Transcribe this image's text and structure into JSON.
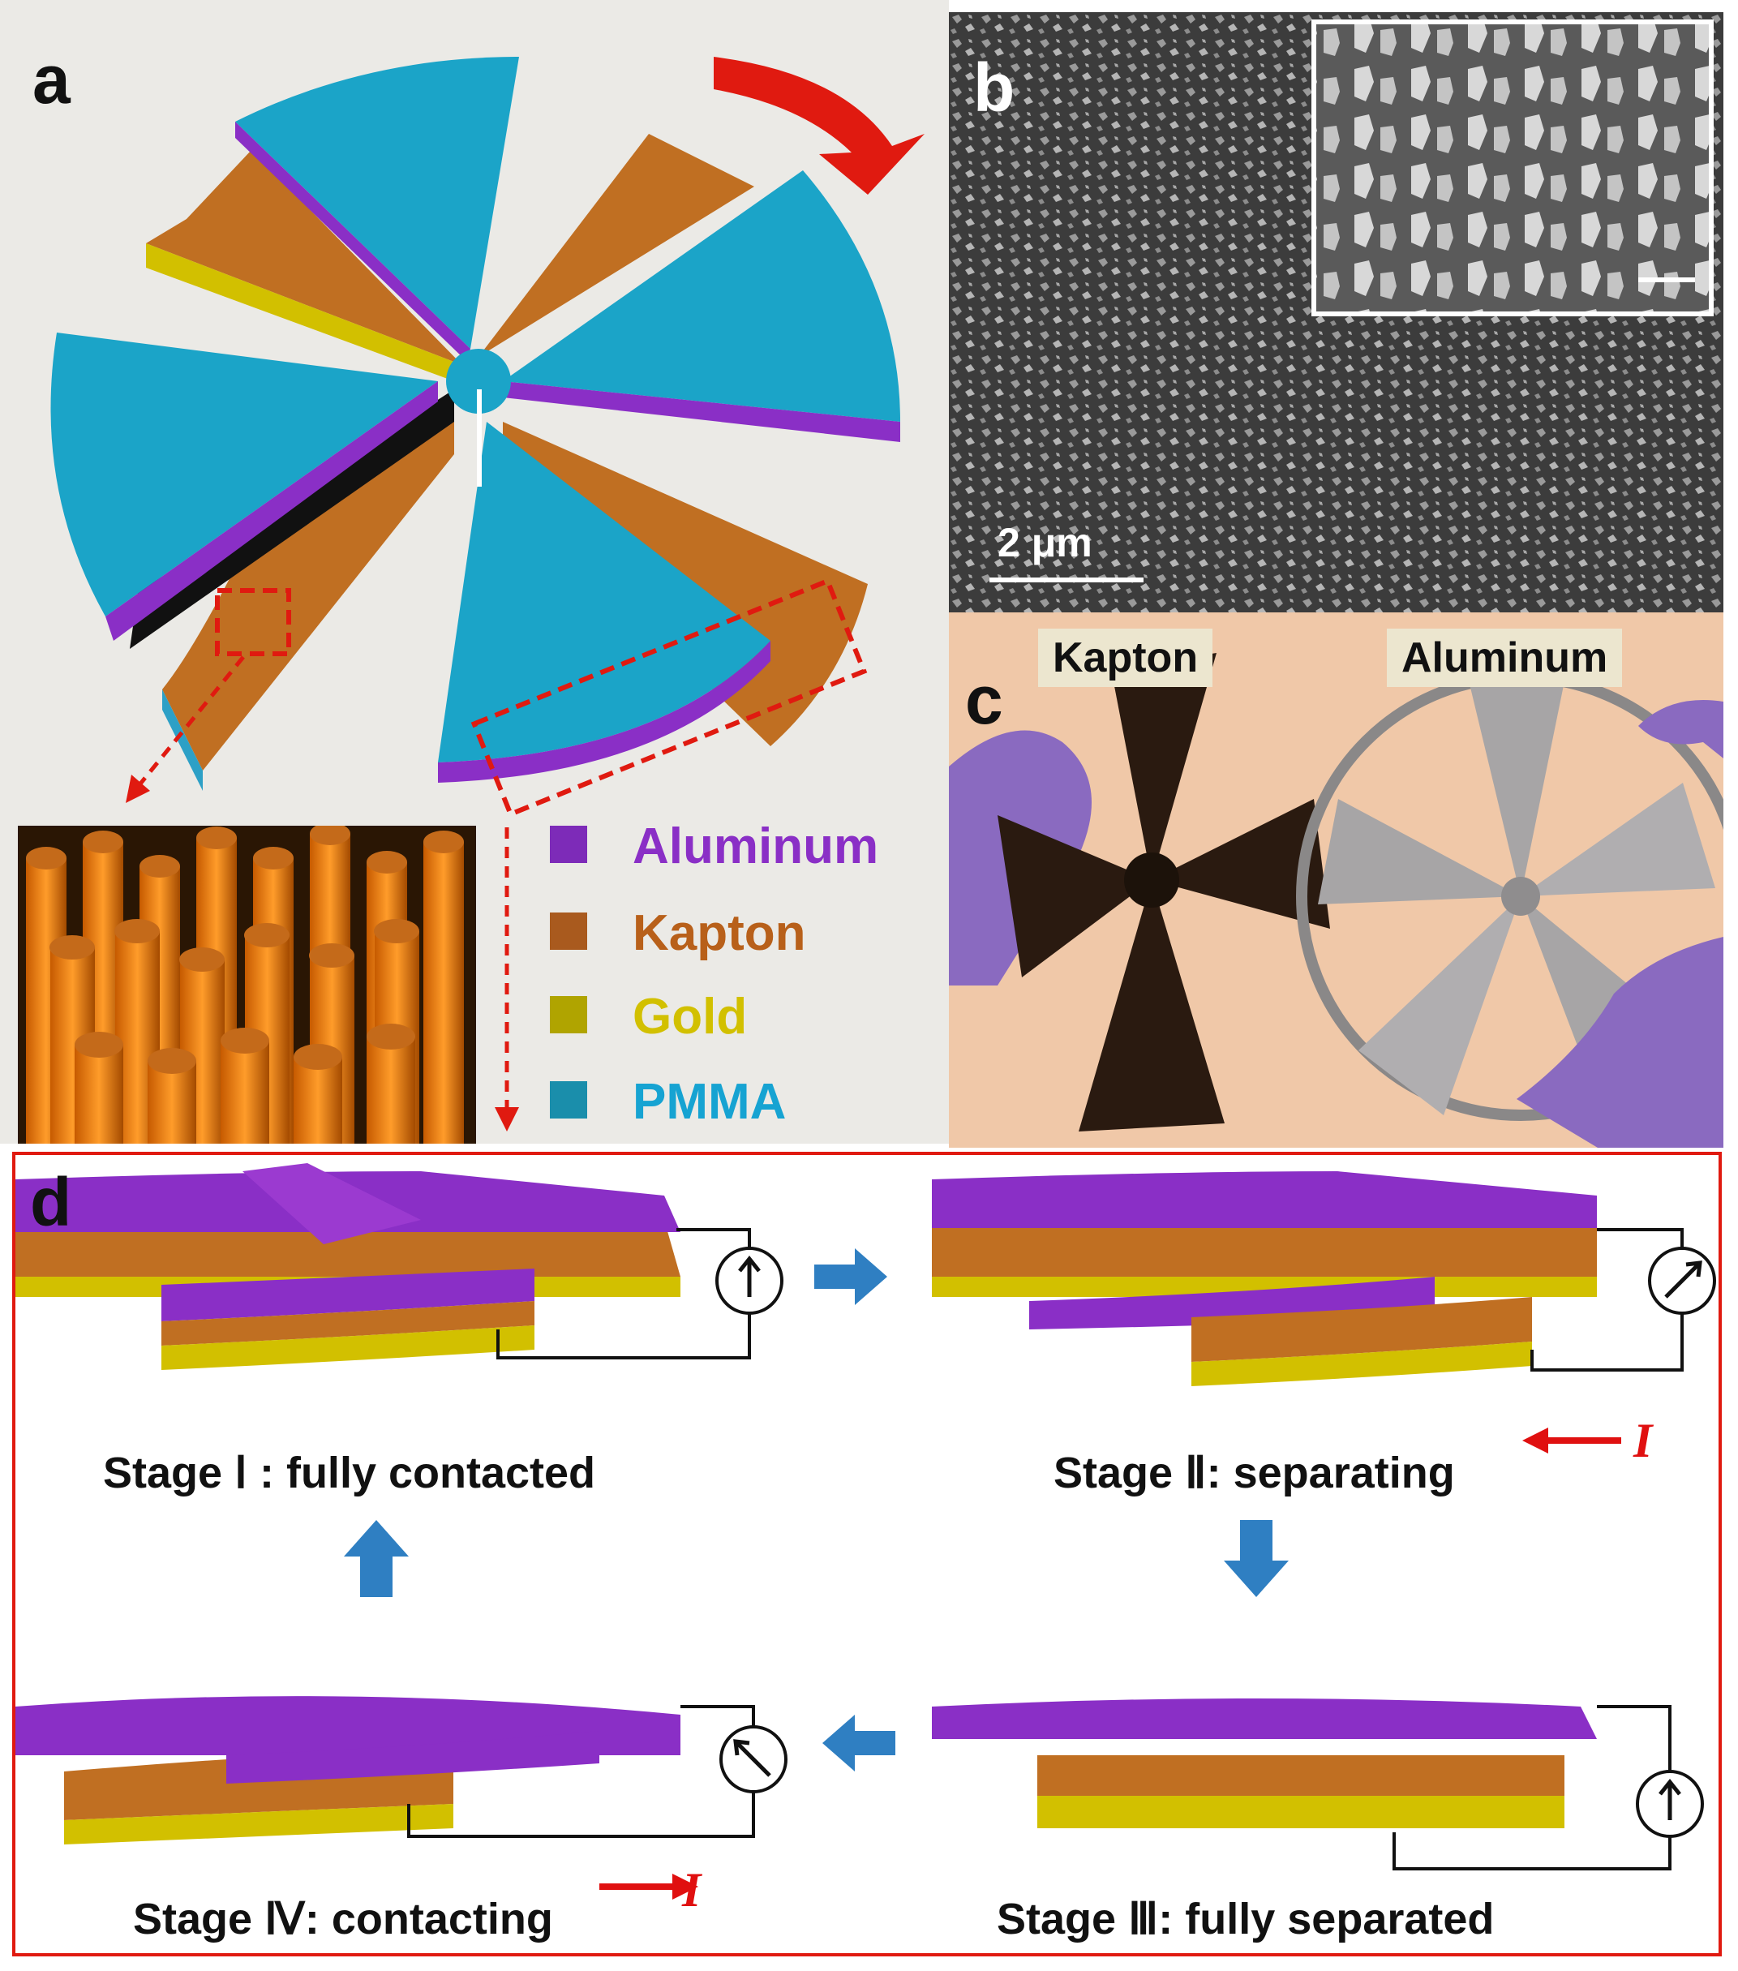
{
  "panels": {
    "a": {
      "label": "a",
      "legend": [
        {
          "name": "Aluminum",
          "color": "#8a2fc6"
        },
        {
          "name": "Kapton",
          "color": "#b8601a"
        },
        {
          "name": "Gold",
          "color": "#d2c000"
        },
        {
          "name": "PMMA",
          "color": "#16a3d2"
        }
      ]
    },
    "b": {
      "label": "b",
      "scale_bar": "2 μm"
    },
    "c": {
      "label": "c",
      "tags": [
        "Kapton",
        "Aluminum"
      ]
    },
    "d": {
      "label": "d",
      "current_symbol": "I",
      "stages": [
        {
          "text": "Stage Ⅰ : fully contacted"
        },
        {
          "text": "Stage Ⅱ: separating"
        },
        {
          "text": "Stage Ⅲ: fully separated"
        },
        {
          "text": "Stage Ⅳ: contacting"
        }
      ]
    }
  }
}
